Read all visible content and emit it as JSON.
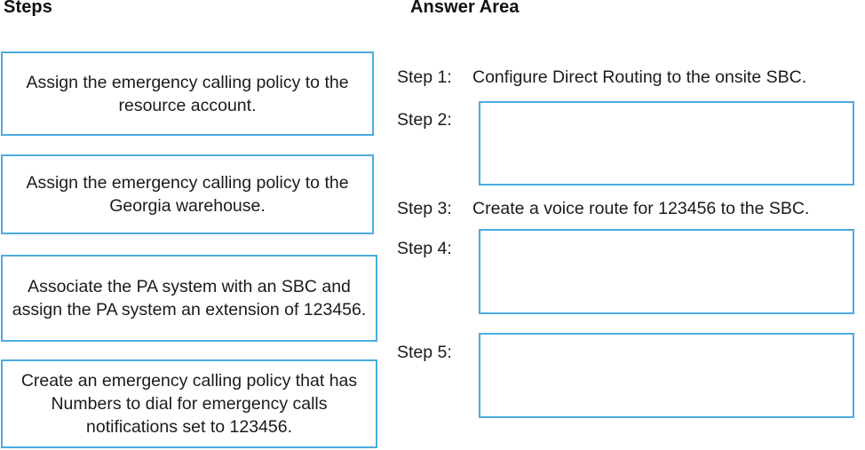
{
  "columns": {
    "steps_heading": "Steps",
    "answer_heading": "Answer Area"
  },
  "accent_color": "#4BACE0",
  "text_color": "#1b1b1b",
  "background_color": "#ffffff",
  "steps_panel": {
    "cards": [
      {
        "text": "Assign the emergency calling policy to the resource account."
      },
      {
        "text": "Assign the emergency calling policy to the Georgia warehouse."
      },
      {
        "text": "Associate the PA system with an SBC and assign the PA system an extension of 123456."
      },
      {
        "text": "Create an emergency calling policy that has Numbers to dial for emergency calls notifications set to 123456."
      }
    ]
  },
  "answer_panel": {
    "rows": [
      {
        "label": "Step 1:",
        "value": "Configure Direct Routing to the onsite SBC.",
        "filled": true
      },
      {
        "label": "Step 2:",
        "value": "",
        "filled": false
      },
      {
        "label": "Step 3:",
        "value": "Create a voice route for 123456 to the SBC.",
        "filled": true
      },
      {
        "label": "Step 4:",
        "value": "",
        "filled": false
      },
      {
        "label": "Step 5:",
        "value": "",
        "filled": false
      }
    ]
  }
}
